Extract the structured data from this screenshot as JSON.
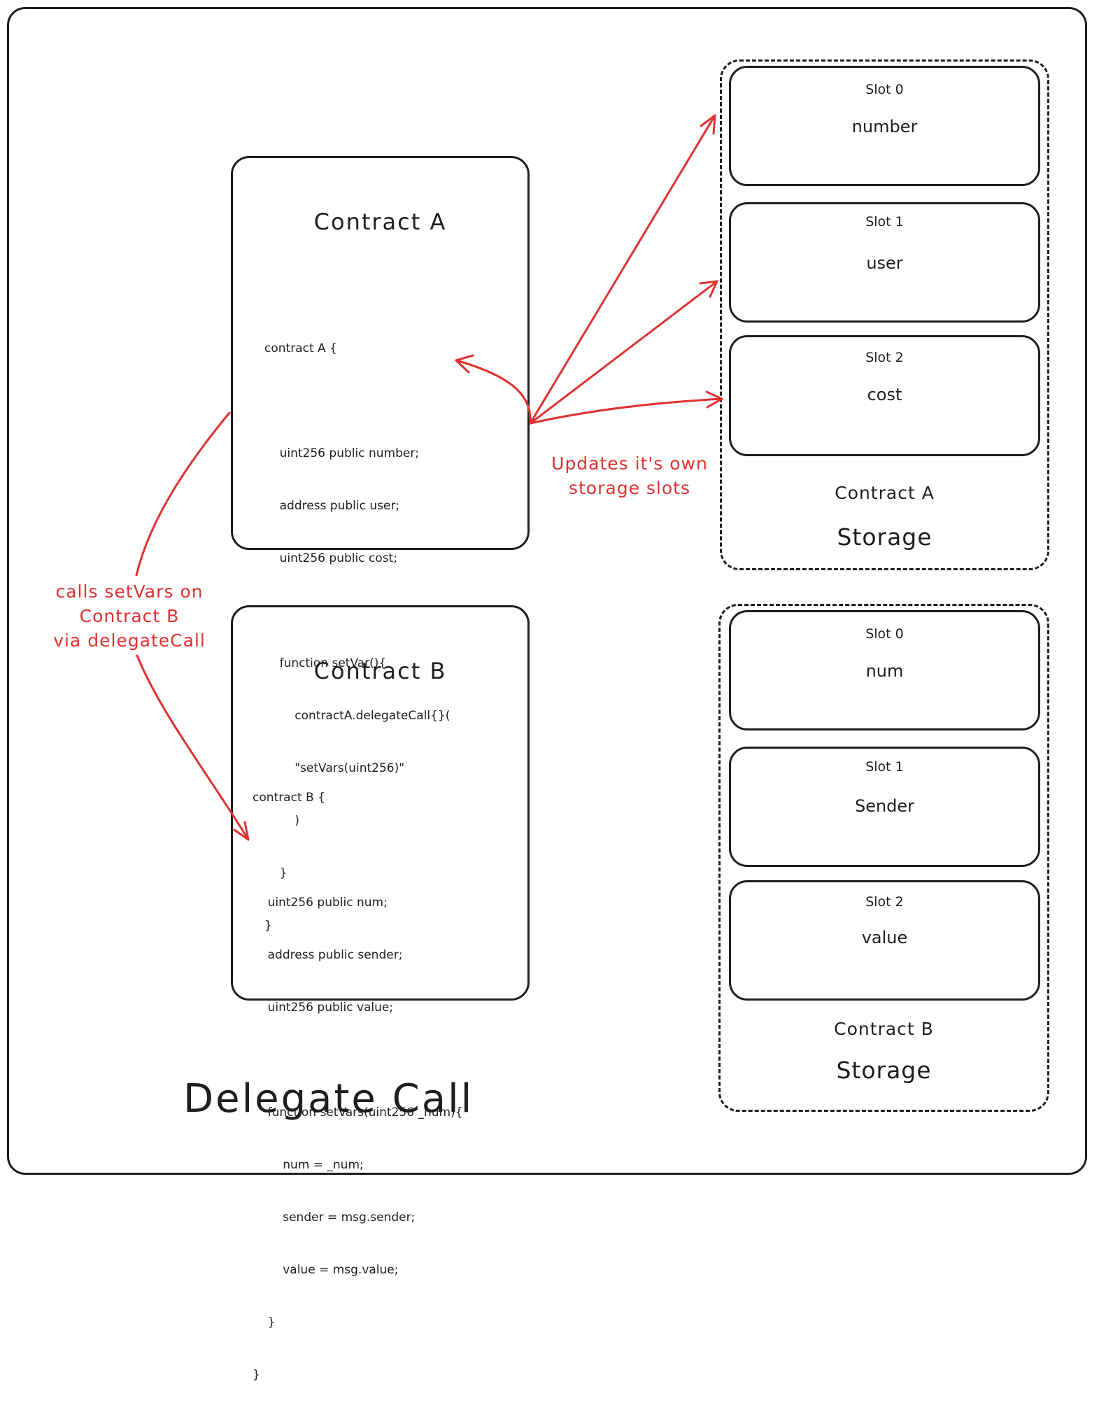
{
  "title": "Delegate Call",
  "colors": {
    "stroke": "#1e1e1e",
    "accent": "#e03131",
    "background": "#ffffff"
  },
  "contract_a": {
    "title": "Contract A",
    "code": [
      "contract A {",
      "",
      "    uint256 public number;",
      "    address public user;",
      "    uint256 public cost;",
      "",
      "    function setVar(){",
      "        contractA.delegateCall{}(",
      "        \"setVars(uint256)\"",
      "        )",
      "    }",
      "}"
    ]
  },
  "contract_b": {
    "title": "Contract B",
    "code": [
      "contract B {",
      "",
      "    uint256 public num;",
      "    address public sender;",
      "    uint256 public value;",
      "",
      "    function setVars(uint256 _num){",
      "        num = _num;",
      "        sender = msg.sender;",
      "        value = msg.value;",
      "    }",
      "}"
    ]
  },
  "storage_a": {
    "name": "Contract A",
    "label": "Storage",
    "slots": [
      {
        "slot": "Slot 0",
        "var": "number"
      },
      {
        "slot": "Slot 1",
        "var": "user"
      },
      {
        "slot": "Slot 2",
        "var": "cost"
      }
    ]
  },
  "storage_b": {
    "name": "Contract B",
    "label": "Storage",
    "slots": [
      {
        "slot": "Slot 0",
        "var": "num"
      },
      {
        "slot": "Slot 1",
        "var": "Sender"
      },
      {
        "slot": "Slot 2",
        "var": "value"
      }
    ]
  },
  "annotations": {
    "delegate_note": [
      "calls setVars on",
      "Contract B",
      "via delegateCall"
    ],
    "storage_note": [
      "Updates it's own",
      "storage slots"
    ]
  }
}
